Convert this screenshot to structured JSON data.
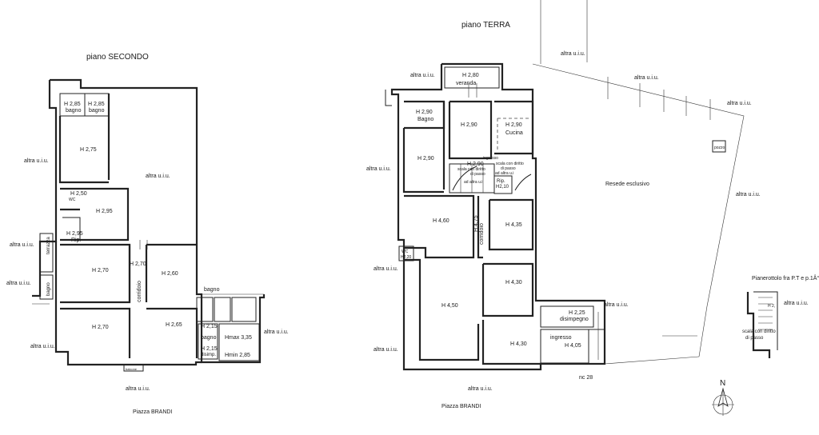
{
  "titles": {
    "second": "piano SECONDO",
    "ground": "piano TERRA",
    "landing": "Pianerottolo fra P.T e p.1Â°"
  },
  "street": "Piazza BRANDI",
  "north": "N",
  "second_floor": {
    "rooms": {
      "h285a": "H 2,85",
      "bagno_a": "bagno",
      "h285b": "H 2,85",
      "bagno_b": "bagno",
      "h275": "H 2,75",
      "h250": "H 2,50",
      "wc": "WC",
      "h295": "H 2,95",
      "h295b": "H 2,95",
      "rip": "Rip.",
      "h270a": "H 2,70",
      "h270b": "H 2,70",
      "h260": "H 2,60",
      "corridoio": "corridoio",
      "h270c": "H 2,70",
      "h265": "H 2,65",
      "h215a": "H 2,15",
      "bagno_c": "bagno",
      "h215b": "H 2,15",
      "disimp": "disimp.",
      "hmax": "Hmax 3,35",
      "hmin": "Hmin 2,85",
      "bagno_d": "bagno",
      "terrazza": "terrazza",
      "bagno_e": "bagno",
      "balcone": "balcone"
    },
    "altra": "altra u.i.u."
  },
  "ground_floor": {
    "rooms": {
      "h280": "H 2,80",
      "veranda": "veranda",
      "h290a": "H 2,90",
      "bagno": "Bagno",
      "h290b": "H 2,90",
      "h290c": "H 2,90",
      "cucina": "Cucina",
      "h290d": "H 2,90",
      "ingresso_note": "ingresso",
      "scala_note": "scala con diritto",
      "passo_note": "di passo",
      "altra_note": "ad altra u.i",
      "h290e": "H 2,90",
      "scala2": "scala con diritto",
      "passo2": "di passo",
      "altra2": "ad altra u.i",
      "rip": "Rip.",
      "h210": "H2,10",
      "h460": "H 4,60",
      "h475": "H 4,75",
      "corridoio": "corridoio",
      "h435": "H 4,35",
      "wc": "WC",
      "wch": "H2,20",
      "h430a": "H 4,30",
      "h450": "H 4,50",
      "h225": "H 2,25",
      "disimpegno": "disimpegno",
      "h430b": "H 4,30",
      "ingresso": "ingresso",
      "h405": "H 4,05",
      "resede": "Resede esclusivo",
      "pozzo": "pozzo",
      "nc": "nc 28"
    },
    "altra": "altra u.i.u."
  },
  "landing_notes": {
    "h": "H 2,",
    "scala": "scala con diritto",
    "passo": "di passo"
  }
}
